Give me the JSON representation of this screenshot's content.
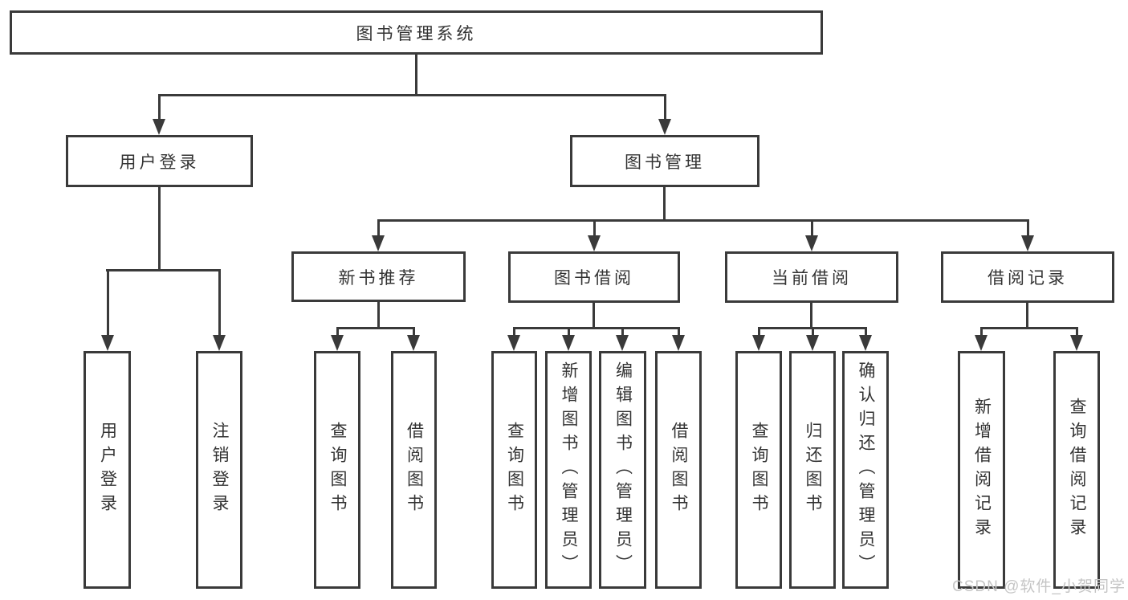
{
  "colors": {
    "line": "#3a3a3a",
    "text": "#333333",
    "background": "#ffffff",
    "watermark": "#c5c5c5"
  },
  "tree": {
    "label": "图书管理系统",
    "children": [
      {
        "label": "用户登录",
        "children": [
          {
            "label": "用户登录"
          },
          {
            "label": "注销登录"
          }
        ]
      },
      {
        "label": "图书管理",
        "children": [
          {
            "label": "新书推荐",
            "children": [
              {
                "label": "查询图书"
              },
              {
                "label": "借阅图书"
              }
            ]
          },
          {
            "label": "图书借阅",
            "children": [
              {
                "label": "查询图书"
              },
              {
                "label": "新增图书（管理员）"
              },
              {
                "label": "编辑图书（管理员）"
              },
              {
                "label": "借阅图书"
              }
            ]
          },
          {
            "label": "当前借阅",
            "children": [
              {
                "label": "查询图书"
              },
              {
                "label": "归还图书"
              },
              {
                "label": "确认归还（管理员）"
              }
            ]
          },
          {
            "label": "借阅记录",
            "children": [
              {
                "label": "新增借阅记录"
              },
              {
                "label": "查询借阅记录"
              }
            ]
          }
        ]
      }
    ]
  },
  "watermark": {
    "label": "CSDN @软件_小贺同学"
  }
}
